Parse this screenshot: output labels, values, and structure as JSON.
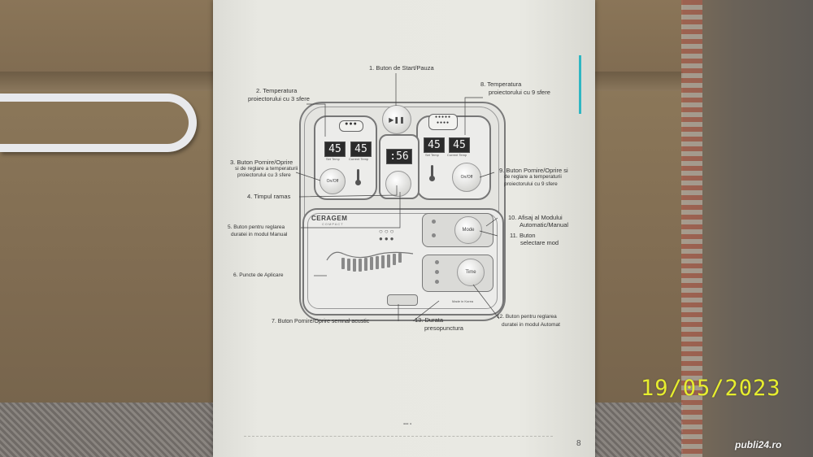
{
  "labels": {
    "start_pause": "1. Buton de Start/Pauza",
    "temp3_line1": "2. Temperatura",
    "temp3_line2": "proiectorului cu 3 sfere",
    "onoff3_line1": "3. Buton Pornire/Oprire",
    "onoff3_line2": "si de reglare a temperaturii",
    "onoff3_line3": "proiectorului cu 3 sfere",
    "timp_ramas": "4. Timpul ramas",
    "manual_line1": "5. Buton pentru reglarea",
    "manual_line2": "duratei in modul Manual",
    "puncte": "6. Puncte de Aplicare",
    "acustic": "7. Buton Pornire/Oprire semnal acustic",
    "temp9_line1": "8. Temperatura",
    "temp9_line2": "proiectorului cu 9 sfere",
    "onoff9_line1": "9. Buton Pornire/Oprire si",
    "onoff9_line2": "de reglare a temperaturii",
    "onoff9_line3": "proiectorului cu 9 sfere",
    "afisaj_line1": "10. Afisaj al Modului",
    "afisaj_line2": "Automatic/Manual",
    "selectare_line1": "11. Buton",
    "selectare_line2": "selectare mod",
    "automat_line1": "12. Buton pentru reglarea",
    "automat_line2": "duratei in modul Automat",
    "durata_line1": "13. Durata",
    "durata_line2": "presopunctura"
  },
  "device": {
    "display_left_set": "45",
    "display_left_current": "45",
    "display_right_set": "45",
    "display_right_current": "45",
    "display_timer": ":56",
    "btn_onoff": "On/Off",
    "btn_mode": "Mode",
    "btn_time": "Time",
    "brand": "CERAGEM",
    "brand_sub": "COMPACT",
    "set_temp": "Set Temp",
    "current_temp": "Current Temp",
    "made_in": "Made in Korea"
  },
  "page": {
    "number": "8"
  },
  "stamp": {
    "date": "19/05/2023"
  },
  "watermark": {
    "text": "publi24.ro"
  },
  "colors": {
    "teal_accent": "#2fb6c2",
    "stamp_yellow": "#e7ee2e",
    "paper": "#e8e8e2"
  }
}
